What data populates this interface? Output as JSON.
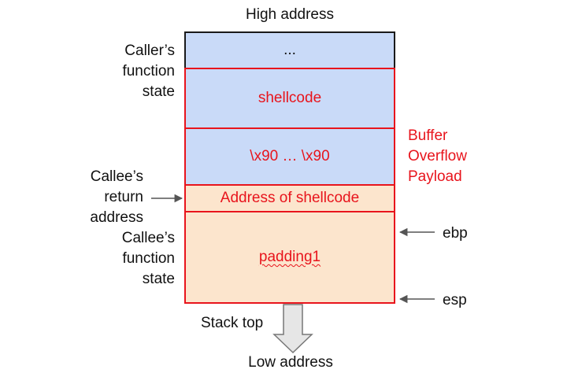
{
  "labels": {
    "high_address": "High address",
    "low_address": "Low address",
    "stack_top": "Stack top",
    "caller_state": [
      "Caller’s",
      "function",
      "state"
    ],
    "callee_return": [
      "Callee’s",
      "return",
      "address"
    ],
    "callee_state": [
      "Callee’s",
      "function",
      "state"
    ],
    "buffer_overflow_payload": [
      "Buffer",
      "Overflow",
      "Payload"
    ],
    "ebp": "ebp",
    "esp": "esp"
  },
  "blocks": {
    "ellipsis": "...",
    "shellcode": "shellcode",
    "nop_sled": "\\x90 … \\x90",
    "return_address": "Address of shellcode",
    "padding": "padding1"
  },
  "colors": {
    "blue_fill": "#c9daf8",
    "peach_fill": "#fce5cd",
    "red_accent": "#e8141c",
    "border_dark": "#1a1a1a",
    "arrow_gray": "#555555"
  }
}
